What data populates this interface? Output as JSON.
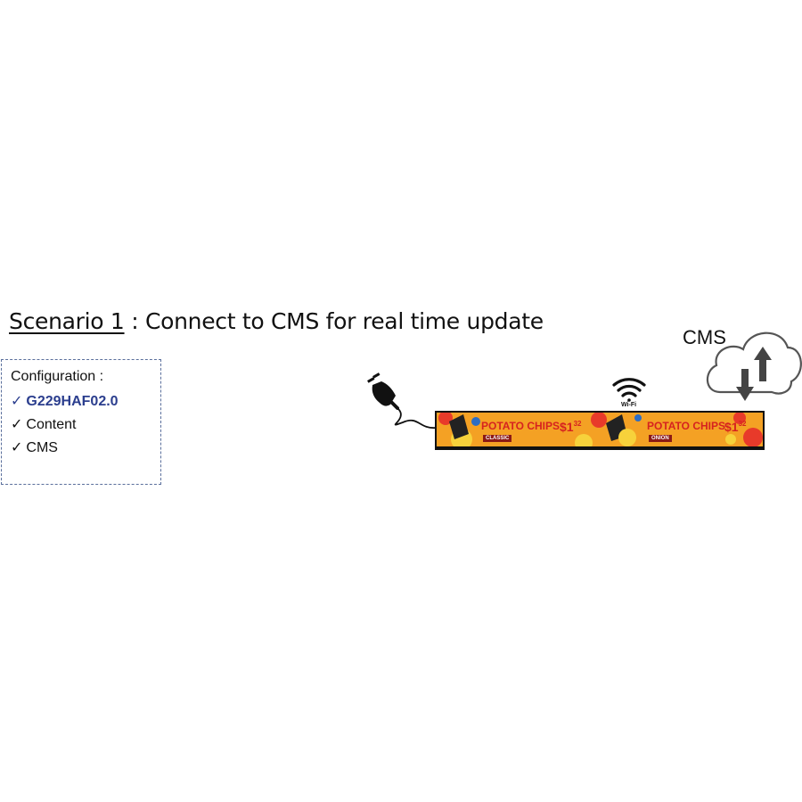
{
  "title": {
    "scenario": "Scenario 1",
    "text": " : Connect to CMS for real time update"
  },
  "configuration": {
    "heading": "Configuration :",
    "items": [
      {
        "label": "G229HAF02.0",
        "checked": true
      },
      {
        "label": "Content",
        "checked": true
      },
      {
        "label": "CMS",
        "checked": true
      }
    ],
    "check_glyph": "✓"
  },
  "cms": {
    "label": "CMS",
    "icon": "cloud-sync-icon"
  },
  "wifi": {
    "label": "Wi-Fi",
    "icon": "wifi-icon"
  },
  "plug": {
    "icon": "power-plug-icon"
  },
  "display": {
    "ads": [
      {
        "product": "POTATO CHIPS",
        "price_main": "$1",
        "price_cents": "32",
        "flavor": "CLASSIC"
      },
      {
        "product": "POTATO CHIPS",
        "price_main": "$1",
        "price_cents": "32",
        "flavor": "ONION"
      }
    ]
  },
  "colors": {
    "config_model": "#2b3e8e",
    "box_border": "#5a6f9c",
    "screen_bg": "#f4a124",
    "ad_text": "#d6221f",
    "cloud_stroke": "#555555",
    "arrow": "#444444"
  }
}
